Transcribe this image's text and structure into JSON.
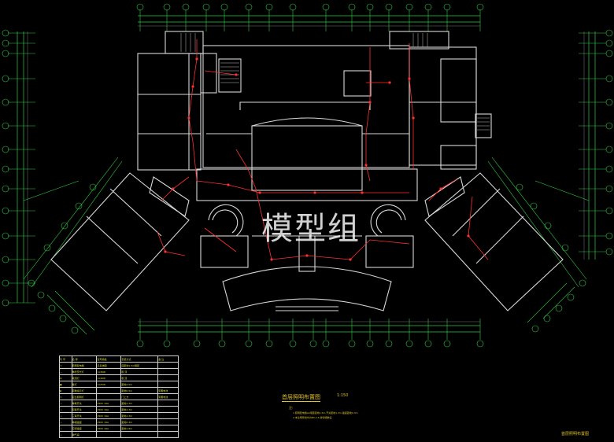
{
  "watermark": "模型组",
  "drawing": {
    "title": "首层照明布置图",
    "scale": "1:150",
    "corner_label": "首层照明布置图",
    "notes_title": "注:",
    "notes": [
      "1.照明配电箱AL暗装距地1.5m,开关距地1.3m,插座距地0.3m",
      "2.未注明导线均为BV-2.5,穿管暗敷设"
    ]
  },
  "legend": {
    "headers": [
      "符 号",
      "名 称",
      "型号规格",
      "安装方式",
      "备 注"
    ],
    "rows": [
      [
        "▭",
        "照明配电箱",
        "见系统图",
        "底距地1.5m暗装",
        ""
      ],
      [
        "—",
        "单管荧光灯",
        "1x36W",
        "吸 顶",
        ""
      ],
      [
        "⊗",
        "吸顶灯",
        "1x40W",
        "吸 顶",
        ""
      ],
      [
        "●",
        "壁灯",
        "1x25W",
        "距地2.5m",
        ""
      ],
      [
        "◐",
        "疏散指示灯",
        "",
        "距地0.5m",
        "带蓄电池"
      ],
      [
        "✶",
        "应急照明灯",
        "",
        "门上方",
        "带蓄电池"
      ],
      [
        "⊥",
        "单联开关",
        "250V 10A",
        "距地1.3m",
        ""
      ],
      [
        "⊥",
        "双联开关",
        "250V 10A",
        "距地1.3m",
        ""
      ],
      [
        "⊥",
        "三联开关",
        "250V 10A",
        "距地1.3m",
        ""
      ],
      [
        "⊥",
        "单相插座",
        "250V 10A",
        "距地0.3m",
        ""
      ],
      [
        "⊥",
        "空调插座",
        "250V 16A",
        "距地1.8m",
        ""
      ],
      [
        "⊥",
        "排气扇",
        "",
        "",
        ""
      ]
    ]
  },
  "palette": {
    "wall": "#d8d8d8",
    "axis": "#2ecc40",
    "wiring": "#ff3030",
    "text": "#e0c030",
    "legend_border": "#cfcfcf"
  }
}
